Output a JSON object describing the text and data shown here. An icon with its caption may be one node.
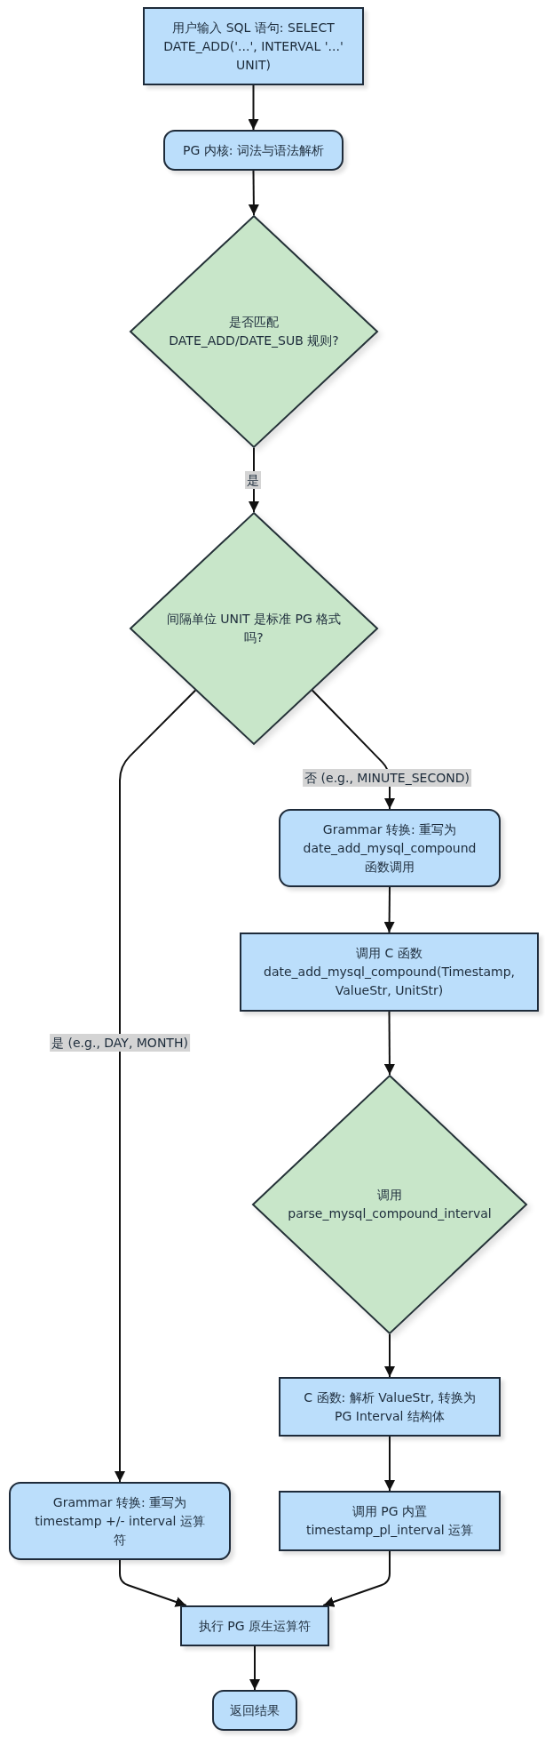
{
  "diagram": {
    "nodes": [
      {
        "text": [
          "用户输入 SQL 语句: SELECT DATE_ADD('...', INTERVAL '...' UNIT)"
        ]
      },
      {
        "text": [
          "PG 内核: 词法与语法解析"
        ]
      },
      {
        "text": [
          "是否匹配 DATE_ADD/DATE_SUB 规则?"
        ]
      },
      {
        "text": [
          "间隔单位 UNIT 是标准 PG 格式吗?"
        ]
      },
      {
        "text": [
          "Grammar 转换: 重写为 date_add_mysql_compound 函数调用"
        ]
      },
      {
        "text": [
          "调用 C 函数 date_add_mysql_compound(Timestamp, ValueStr, UnitStr)"
        ]
      },
      {
        "text": [
          "调用 parse_mysql_compound_interval"
        ]
      },
      {
        "text": [
          "C 函数: 解析 ValueStr, 转换为 PG Interval 结构体"
        ]
      },
      {
        "text": [
          "Grammar 转换: 重写为 timestamp +/- interval 运算符"
        ]
      },
      {
        "text": [
          "调用 PG 内置 timestamp_pl_interval 运算"
        ]
      },
      {
        "text": [
          "执行 PG 原生运算符"
        ]
      },
      {
        "text": [
          "返回结果"
        ]
      }
    ],
    "edges": [
      {
        "from": 0,
        "to": 1,
        "arrow": "to"
      },
      {
        "from": 1,
        "to": 2,
        "arrow": "to"
      },
      {
        "from": 2,
        "to": 3,
        "arrow": "to",
        "label": "是"
      },
      {
        "from": 3,
        "to": 8,
        "arrow": "to",
        "label": "是 (e.g., DAY, MONTH)"
      },
      {
        "from": 3,
        "to": 4,
        "arrow": "to",
        "label": "否 (e.g., MINUTE_SECOND)"
      },
      {
        "from": 4,
        "to": 5,
        "arrow": "to"
      },
      {
        "from": 5,
        "to": 6,
        "arrow": "to"
      },
      {
        "from": 6,
        "to": 7,
        "arrow": "to"
      },
      {
        "from": 7,
        "to": 9,
        "arrow": "to"
      },
      {
        "from": 8,
        "to": 10,
        "arrow": "to"
      },
      {
        "from": 9,
        "to": 10,
        "arrow": "to"
      },
      {
        "from": 10,
        "to": 11,
        "arrow": "to"
      }
    ]
  }
}
